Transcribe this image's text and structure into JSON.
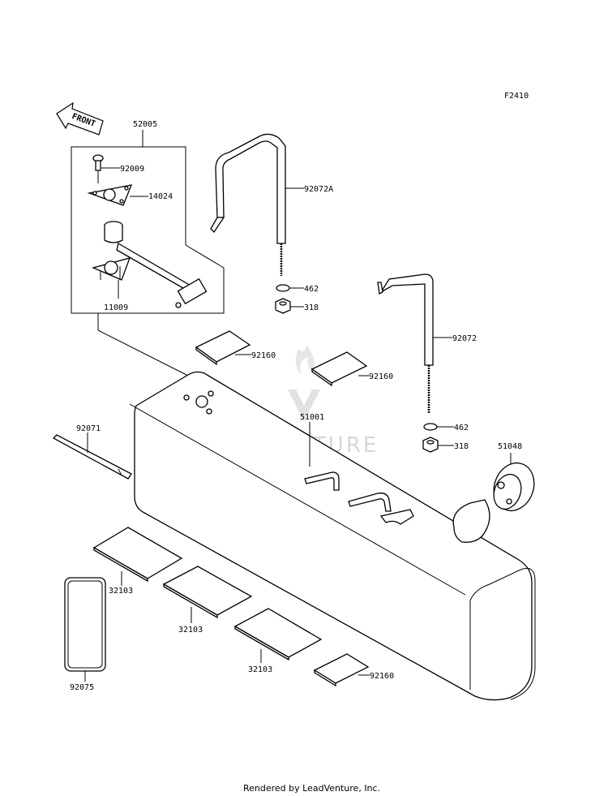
{
  "diagram": {
    "figure_code": "F2410",
    "front_label": "FRONT",
    "watermark": "LEADVENTURE",
    "footer": "Rendered by LeadVenture, Inc.",
    "parts": {
      "p52005": "52005",
      "p92009": "92009",
      "p14024": "14024",
      "p11009": "11009",
      "p92072A": "92072A",
      "p462_a": "462",
      "p318_a": "318",
      "p92072": "92072",
      "p462_b": "462",
      "p318_b": "318",
      "p92160_a": "92160",
      "p92160_b": "92160",
      "p92160_c": "92160",
      "p51001": "51001",
      "p51048": "51048",
      "p92071": "92071",
      "p32103_a": "32103",
      "p32103_b": "32103",
      "p32103_c": "32103",
      "p92075": "92075"
    }
  }
}
